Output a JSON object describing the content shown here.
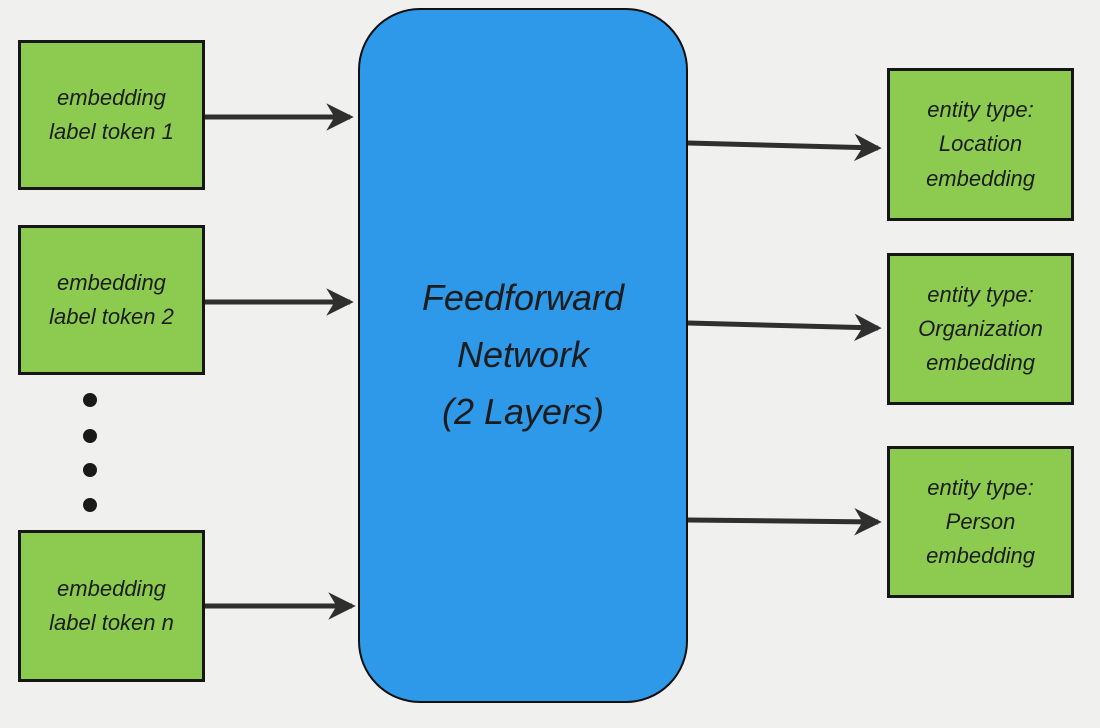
{
  "diagram": {
    "inputs": [
      {
        "label": "embedding\nlabel token 1"
      },
      {
        "label": "embedding\nlabel token 2"
      },
      {
        "label": "embedding\nlabel token n"
      }
    ],
    "ellipsis_icon": "vertical-ellipsis-dots",
    "ellipsis_dot_count": 4,
    "center": {
      "label": "Feedforward\nNetwork\n(2 Layers)"
    },
    "outputs": [
      {
        "label": "entity type:\nLocation\nembedding"
      },
      {
        "label": "entity type:\nOrganization\nembedding"
      },
      {
        "label": "entity type:\nPerson\nembedding"
      }
    ],
    "colors": {
      "background": "#f0f0ef",
      "input_output_box": "#8ccb50",
      "center_box": "#2e98e9",
      "box_border": "#161616",
      "arrow": "#2f2f2f",
      "text": "#1c1c1c"
    }
  }
}
